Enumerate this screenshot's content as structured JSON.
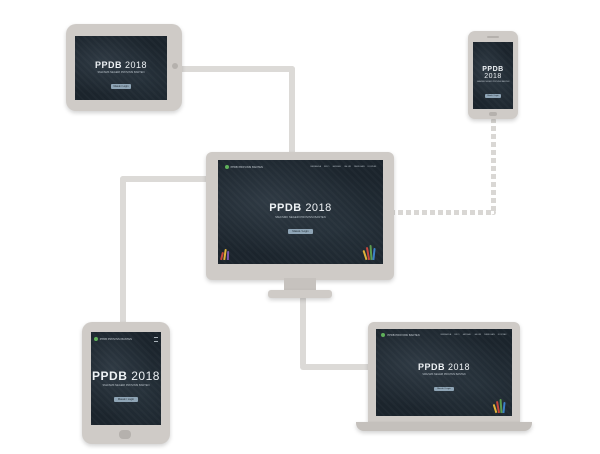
{
  "site": {
    "brand": "PPDB PROVINSI BANTEN",
    "nav": [
      "BERANDA",
      "INFO",
      "JADWAL",
      "JALUR",
      "PANDUAN",
      "KONTAK"
    ],
    "hero_title": "PPDB",
    "hero_year": "2018",
    "hero_subtitle": "SMA/SMK NEGERI PROVINSI BANTEN",
    "hero_button": "Masuk / Login"
  },
  "colors": {
    "device_body": "#cfcbc7",
    "screen_bg": "#1b242c",
    "cable": "#dcdad7"
  }
}
